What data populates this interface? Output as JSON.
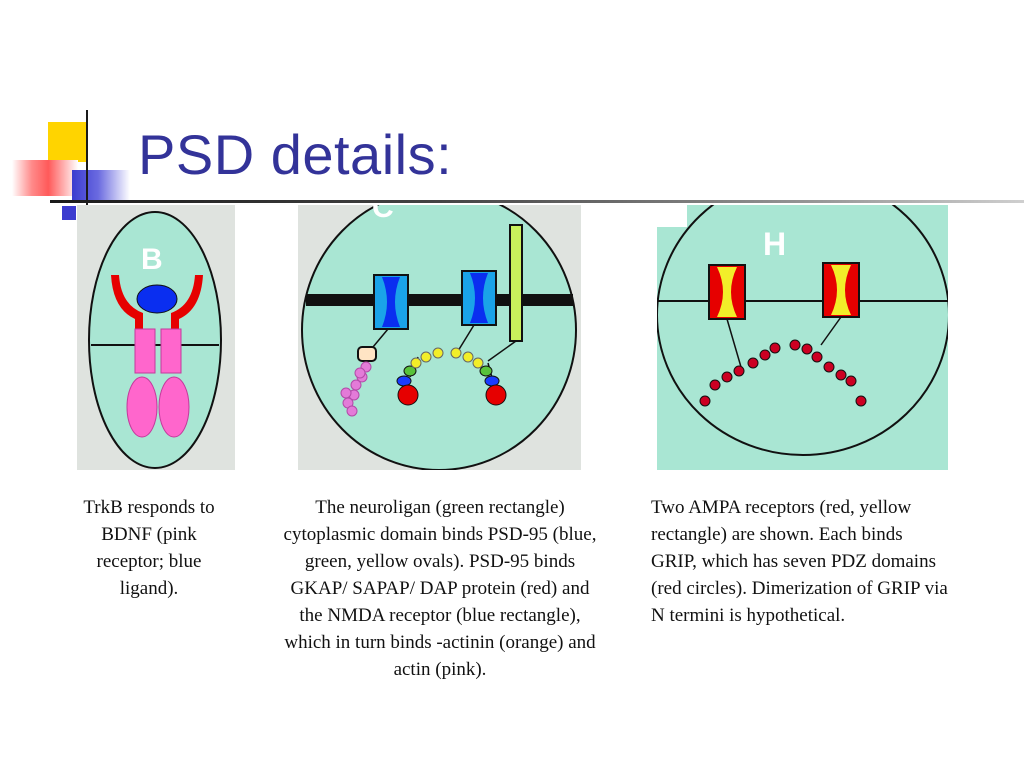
{
  "slide": {
    "title": "PSD details:"
  },
  "panels": [
    {
      "id": "B",
      "label": "B",
      "caption": "TrkB responds to BDNF (pink receptor; blue ligand)."
    },
    {
      "id": "C",
      "label": "C",
      "caption": "The neuroligan (green rectangle) cytoplasmic domain binds PSD-95 (blue, green, yellow ovals). PSD-95 binds GKAP/ SAPAP/ DAP protein (red) and the NMDA receptor (blue rectangle), which in turn binds -actinin (orange) and actin (pink)."
    },
    {
      "id": "H",
      "label": "H",
      "caption": "Two AMPA receptors (red, yellow rectangle) are shown. Each binds GRIP, which has seven PDZ domains (red circles). Dimerization of GRIP via N termini is hypothetical."
    }
  ],
  "colors": {
    "panel_bg": "#a9e6d3",
    "title": "#333399",
    "ampa_red": "#e60000",
    "ampa_yellow": "#f2ee29",
    "nmda_blue": "#1aa3e8",
    "neuroligin_green": "#c9f05c",
    "trkb_pink": "#ff66cc",
    "bdnf_blue": "#0033ff",
    "grip_red": "#cc0022",
    "actin_pink": "#e37bd8"
  }
}
